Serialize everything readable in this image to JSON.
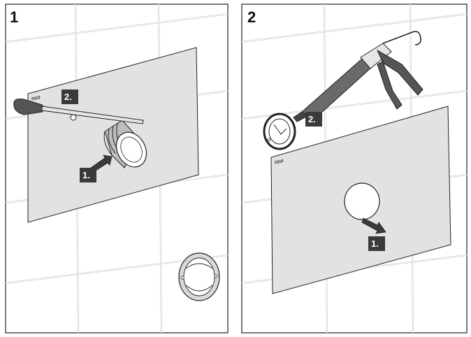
{
  "panels": [
    {
      "number": "1",
      "plate_brand": "7010",
      "steps": [
        {
          "label": "2.",
          "icon": "screwdriver-icon"
        },
        {
          "label": "1.",
          "icon": "arrow-icon"
        }
      ]
    },
    {
      "number": "2",
      "plate_brand": "7010",
      "steps": [
        {
          "label": "2.",
          "icon": "caulking-gun-icon"
        },
        {
          "label": "1.",
          "icon": "arrow-icon"
        }
      ]
    }
  ]
}
